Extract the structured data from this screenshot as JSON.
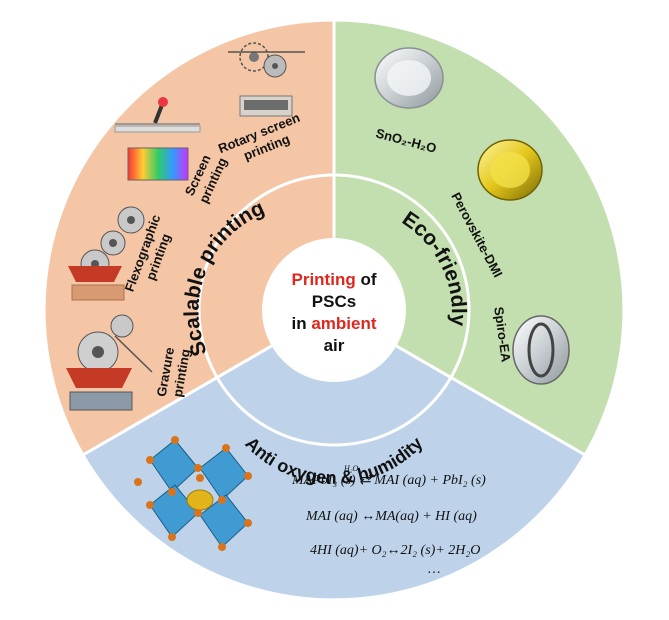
{
  "center": {
    "line1_red": "Printing",
    "line1_black": " of",
    "line2": "PSCs",
    "line3_black": "in ",
    "line3_red": "ambient",
    "line4": "air"
  },
  "sections": {
    "scalable": {
      "title": "Scalable printing",
      "items": {
        "rotary": "Rotary screen",
        "rotary2": "printing",
        "screen": "Screen",
        "screen2": "printing",
        "flexo": "Flexographic",
        "flexo2": "printing",
        "gravure": "Gravure",
        "gravure2": "printing"
      }
    },
    "eco": {
      "title": "Eco-friendly",
      "items": {
        "sno2": "SnO₂-H₂O",
        "perov": "Perovskite-DMI",
        "spiro": "Spiro-EA"
      }
    },
    "anti": {
      "title": "Anti oxygen & humidity",
      "equations": {
        "eq1": "MAPbI₃ (s) ⇄ MAI (aq) + PbI₂ (s)",
        "eq1_over": "H₂O",
        "eq2": "MAI (aq)   ↔MA(aq) + HI (aq)",
        "eq3": "4HI (aq)+ O₂↔2I₂ (s)+ 2H₂O",
        "eq4": "…"
      }
    }
  },
  "colors": {
    "scalable_fill": "#f4c6a6",
    "eco_fill": "#c3dfb0",
    "anti_fill": "#bed3ea",
    "accent_red": "#e0261d",
    "octahedron": "#3f9bd2",
    "atom_orange": "#d9741c",
    "atom_gold": "#e0b41a"
  }
}
